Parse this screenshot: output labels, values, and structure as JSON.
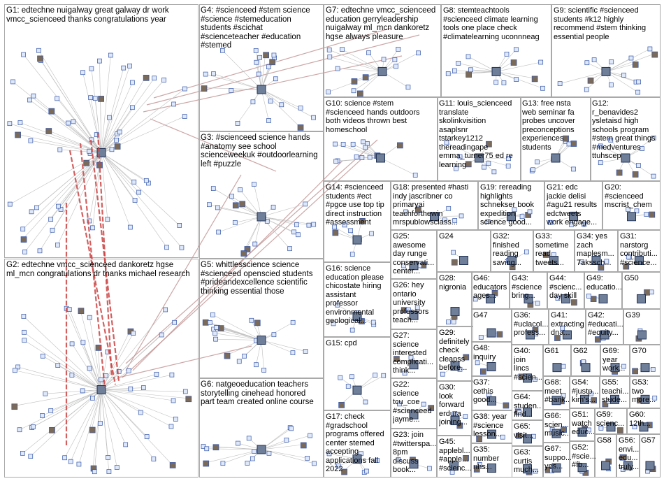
{
  "groups": [
    {
      "id": "G1",
      "label": "G1: edtechne nuigalway great galway dr work\nvmcc_scienceed thanks congratulations year"
    },
    {
      "id": "G2",
      "label": "G2: edtechne vmcc_scienceed dankoretz hgse\nml_mcn congratulations dr thanks michael research"
    },
    {
      "id": "G3",
      "label": "G3: #scienceed science hands\n#anatomy see school\nscienceweekuk #outdoorlearning\nleft #puzzle"
    },
    {
      "id": "G4",
      "label": "G4: #scienceed #stem science\n#science #stemeducation\nstudents #scichat\n#scienceteacher #education\n#stemed"
    },
    {
      "id": "G5",
      "label": "G5: whittlesscience science\n#scienceed openscied students\n#prideandexcellence scientific\nthinking essential those"
    },
    {
      "id": "G6",
      "label": "G6: natgeoeducation teachers\nstorytelling cinehead honored\npart team created online course"
    },
    {
      "id": "G7",
      "label": "G7: edtechne vmcc_scienceed\neducation gerryleadership\nnuigalway ml_mcn dankoretz\nhgse always pleasure"
    },
    {
      "id": "G8",
      "label": "G8: stemteachtools\n#scienceed climate learning\ntools one place check\n#climatelearning uconnneag"
    },
    {
      "id": "G9",
      "label": "G9: scientific #scienceed\nstudents #k12 highly\nrecommend #stem thinking\nessential people"
    },
    {
      "id": "G10",
      "label": "G10: science #stem\n#scienceed hands outdoors\nboth videos thrown best\nhomeschool"
    },
    {
      "id": "G11",
      "label": "G11: louis_scienceed\ntranslate\nskolinkvisition\nasaplsnr\ntstarkey1212\nthereadingape\nemma_turner75 ed re\nlearning"
    },
    {
      "id": "G12",
      "label": "G12:\nr_benavides2\nysletaisd high\nschools program\n#stem great things\n#medventures\nttuhscep"
    },
    {
      "id": "G13",
      "label": "G13: free nsta\nweb seminar fa\nprobes uncover\npreconceptions\nexperiences\nstudents"
    },
    {
      "id": "G14",
      "label": "G14: #scienceed\nstudents #ect\n#pgce use top tip\ndirect instruction\n#assessment"
    },
    {
      "id": "G15",
      "label": "G15: cpd"
    },
    {
      "id": "G16",
      "label": "G16: science\neducation please\nchicostate hiring\nassistant\nprofessor\nenvironmental\ngeological..."
    },
    {
      "id": "G17",
      "label": "G17: check\n#gradschool\nprograms offered\ncenter stemed\naccepting\napplications fall\n2022"
    },
    {
      "id": "G18",
      "label": "G18: presented #hasti\nindy jascribner co\nprimaryai\nteachforthewin\nmrspublowsclass..."
    },
    {
      "id": "G19",
      "label": "G19: rereading\nhighlights\nschnekser book\nexpedition\nscience good..."
    },
    {
      "id": "G20",
      "label": "G20:\n#scienceed\nmscrist_chem"
    },
    {
      "id": "G21",
      "label": "G21: edc\njackie delisi\n#agu21 results\nedctweets\nwork engage..."
    },
    {
      "id": "G22",
      "label": "G22:\nscience\ntcu_coe\n#scienceed\njayme..."
    },
    {
      "id": "G23",
      "label": "G23: join\n#twitterspa...\n8pm\ndiscuss\nbook..."
    },
    {
      "id": "G24",
      "label": "G24"
    },
    {
      "id": "G25",
      "label": "G25:\nawesome\nday runge\nconservati...\ncenter..."
    },
    {
      "id": "G26",
      "label": "G26: hey\nontario\nuniversity\nprofessors\nteach..."
    },
    {
      "id": "G27",
      "label": "G27:\nscience\ninterested\ncomplicati...\nthink..."
    },
    {
      "id": "G28",
      "label": "G28:\nnigronia"
    },
    {
      "id": "G29",
      "label": "G29:\ndefinitely\ncheck\ncleapss\nbefore..."
    },
    {
      "id": "G30",
      "label": "G30:\nlook\nforward\nerdura\njoining..."
    },
    {
      "id": "G31",
      "label": "G31:\nnarstorg\ncontributi...\n#science..."
    },
    {
      "id": "G32",
      "label": "G32:\nfinished\nreading\nsaving..."
    },
    {
      "id": "G33",
      "label": "G33:\nsometime\nread\ntweets..."
    },
    {
      "id": "G34",
      "label": "G34: yes\nzach\nmaplesm...\n7akssch..."
    },
    {
      "id": "G35",
      "label": "G35:\nnumber\nnhs..."
    },
    {
      "id": "G36",
      "label": "G36:\n#uclacol...\nprofess..."
    },
    {
      "id": "G37",
      "label": "G37:\ncethis\ngood..."
    },
    {
      "id": "G38",
      "label": "G38: year\n#science\nlesson..."
    },
    {
      "id": "G39",
      "label": "G39"
    },
    {
      "id": "G40",
      "label": "G40:\njoin\nlincs\n#scien..."
    },
    {
      "id": "G41",
      "label": "G41:\nextracting\ndna..."
    },
    {
      "id": "G42",
      "label": "G42:\n#educati...\n#equity..."
    },
    {
      "id": "G43",
      "label": "G43:\n#science\nbring..."
    },
    {
      "id": "G44",
      "label": "G44:\n#scienc...\nday skill"
    },
    {
      "id": "G45",
      "label": "G45:\napplebl...\n#apple...\n#scienc..."
    },
    {
      "id": "G46",
      "label": "G46:\neducators\nages..."
    },
    {
      "id": "G47",
      "label": "G47"
    },
    {
      "id": "G48",
      "label": "G48:\ninquiry"
    },
    {
      "id": "G49",
      "label": "G49:\neducatio..."
    },
    {
      "id": "G50",
      "label": "G50"
    },
    {
      "id": "G51",
      "label": "G51:\nwatch\neduc..."
    },
    {
      "id": "G52",
      "label": "G52:\n#scie...\n#fb..."
    },
    {
      "id": "G53",
      "label": "G53:\ntwo\nmore..."
    },
    {
      "id": "G54",
      "label": "G54:\n#justp...\nkim's..."
    },
    {
      "id": "G55",
      "label": "G55:\nteachi...\nstude..."
    },
    {
      "id": "G56",
      "label": "G56:\nenvi...\nedu...\ntruly..."
    },
    {
      "id": "G57",
      "label": "G57"
    },
    {
      "id": "G58",
      "label": "G58"
    },
    {
      "id": "G59",
      "label": "G59:\nscienc..."
    },
    {
      "id": "G60",
      "label": "G60:\n12th..."
    },
    {
      "id": "G61",
      "label": "G61"
    },
    {
      "id": "G62",
      "label": "G62"
    },
    {
      "id": "G63",
      "label": "G63:\ncurtis\nmuch..."
    },
    {
      "id": "G64",
      "label": "G64:\nstuden...\nfind..."
    },
    {
      "id": "G65",
      "label": "G65:\nvisit..."
    },
    {
      "id": "G66",
      "label": "G66:\nscien...\nmusic..."
    },
    {
      "id": "G67",
      "label": "G67:\nsuppo...\nyes..."
    },
    {
      "id": "G68",
      "label": "G68:\nmeet\n#bank..."
    },
    {
      "id": "G69",
      "label": "G69:\nyear\nwork..."
    },
    {
      "id": "G70",
      "label": "G70"
    }
  ],
  "colors": {
    "border": "#a9a9a9",
    "edge": "#bfbfbf",
    "strong_edge": "#cc4444",
    "node_fill": "#dfe8f8",
    "node_stroke": "#3355aa",
    "photo_node": "#7a6a5a"
  }
}
